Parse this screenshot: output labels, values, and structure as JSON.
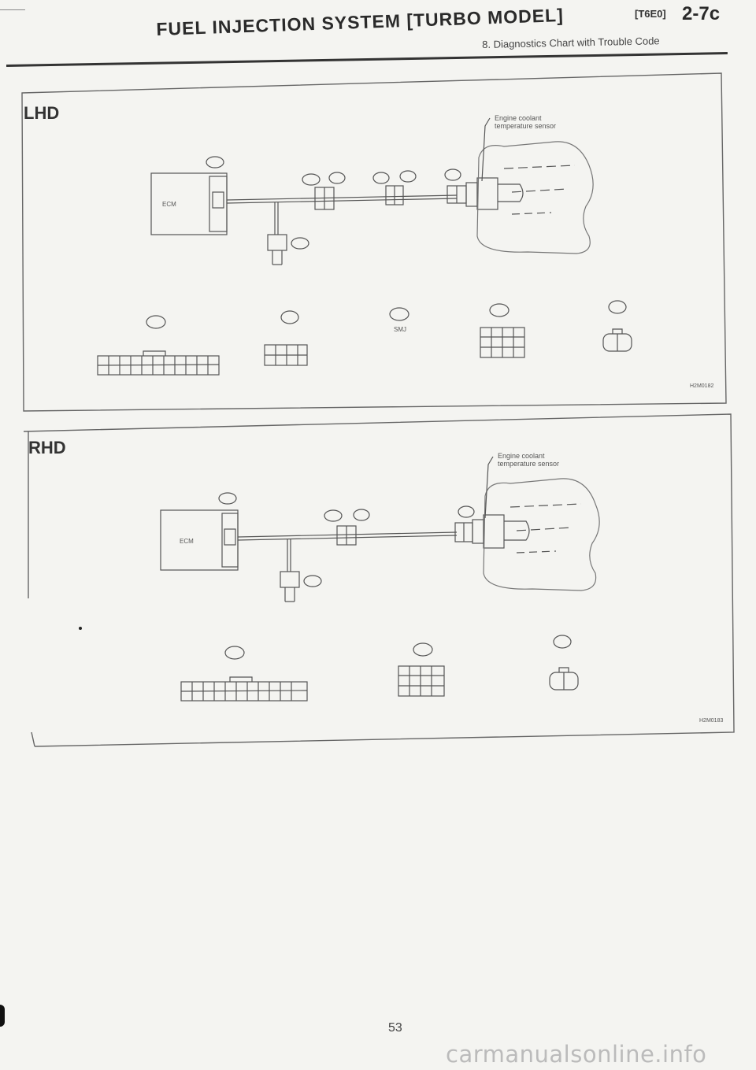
{
  "header": {
    "title": "FUEL INJECTION SYSTEM [TURBO MODEL]",
    "section_code": "[T6E0]",
    "page": "2-7c",
    "subtitle": "8. Diagnostics Chart with Trouble Code"
  },
  "panels": [
    {
      "label": "LHD",
      "sensor_label_line1": "Engine coolant",
      "sensor_label_line2": "temperature sensor",
      "ecm_label": "ECM",
      "smj_label": "SMJ",
      "figure_code": "H2M0182"
    },
    {
      "label": "RHD",
      "sensor_label_line1": "Engine coolant",
      "sensor_label_line2": "temperature sensor",
      "ecm_label": "ECM",
      "figure_code": "H2M0183"
    }
  ],
  "footer": {
    "page_number": "53",
    "watermark": "carmanualsonline.info"
  }
}
